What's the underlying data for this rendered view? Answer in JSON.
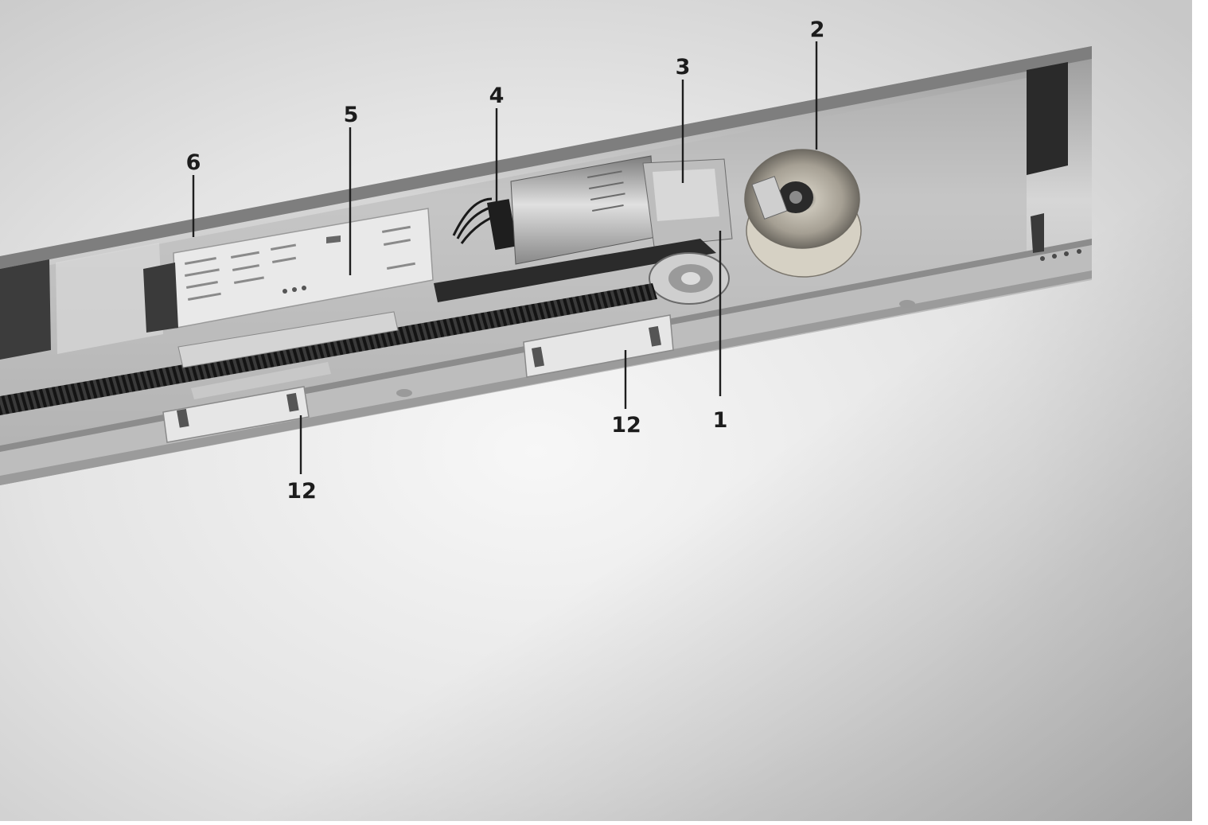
{
  "callouts": {
    "c1": "1",
    "c2": "2",
    "c3": "3",
    "c4": "4",
    "c5": "5",
    "c6": "6",
    "c12a": "12",
    "c12b": "12"
  },
  "colors": {
    "background_light": "#f1f1f1",
    "background_shadow": "#b9b9b9",
    "housing_metal": "#c9c9c9",
    "rack_dark": "#2e2e2e",
    "label_ink": "#1c1c1c"
  }
}
